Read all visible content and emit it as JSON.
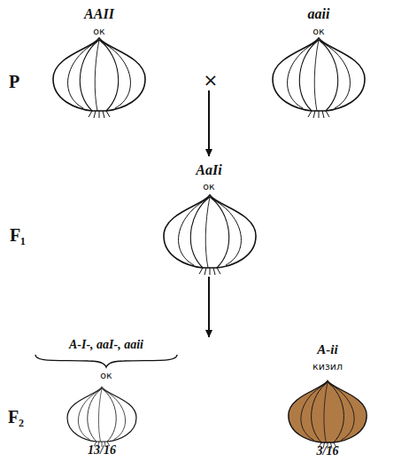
{
  "diagram": {
    "labels": [
      "AAII",
      "aaii",
      "ок",
      "ок",
      "P",
      "×",
      "AaIi",
      "ок",
      "F₁",
      "A-I-, aaI-, aaii",
      "ок",
      "A-ii",
      "кизил",
      "F₂",
      "13/16",
      "3/16"
    ]
  }
}
